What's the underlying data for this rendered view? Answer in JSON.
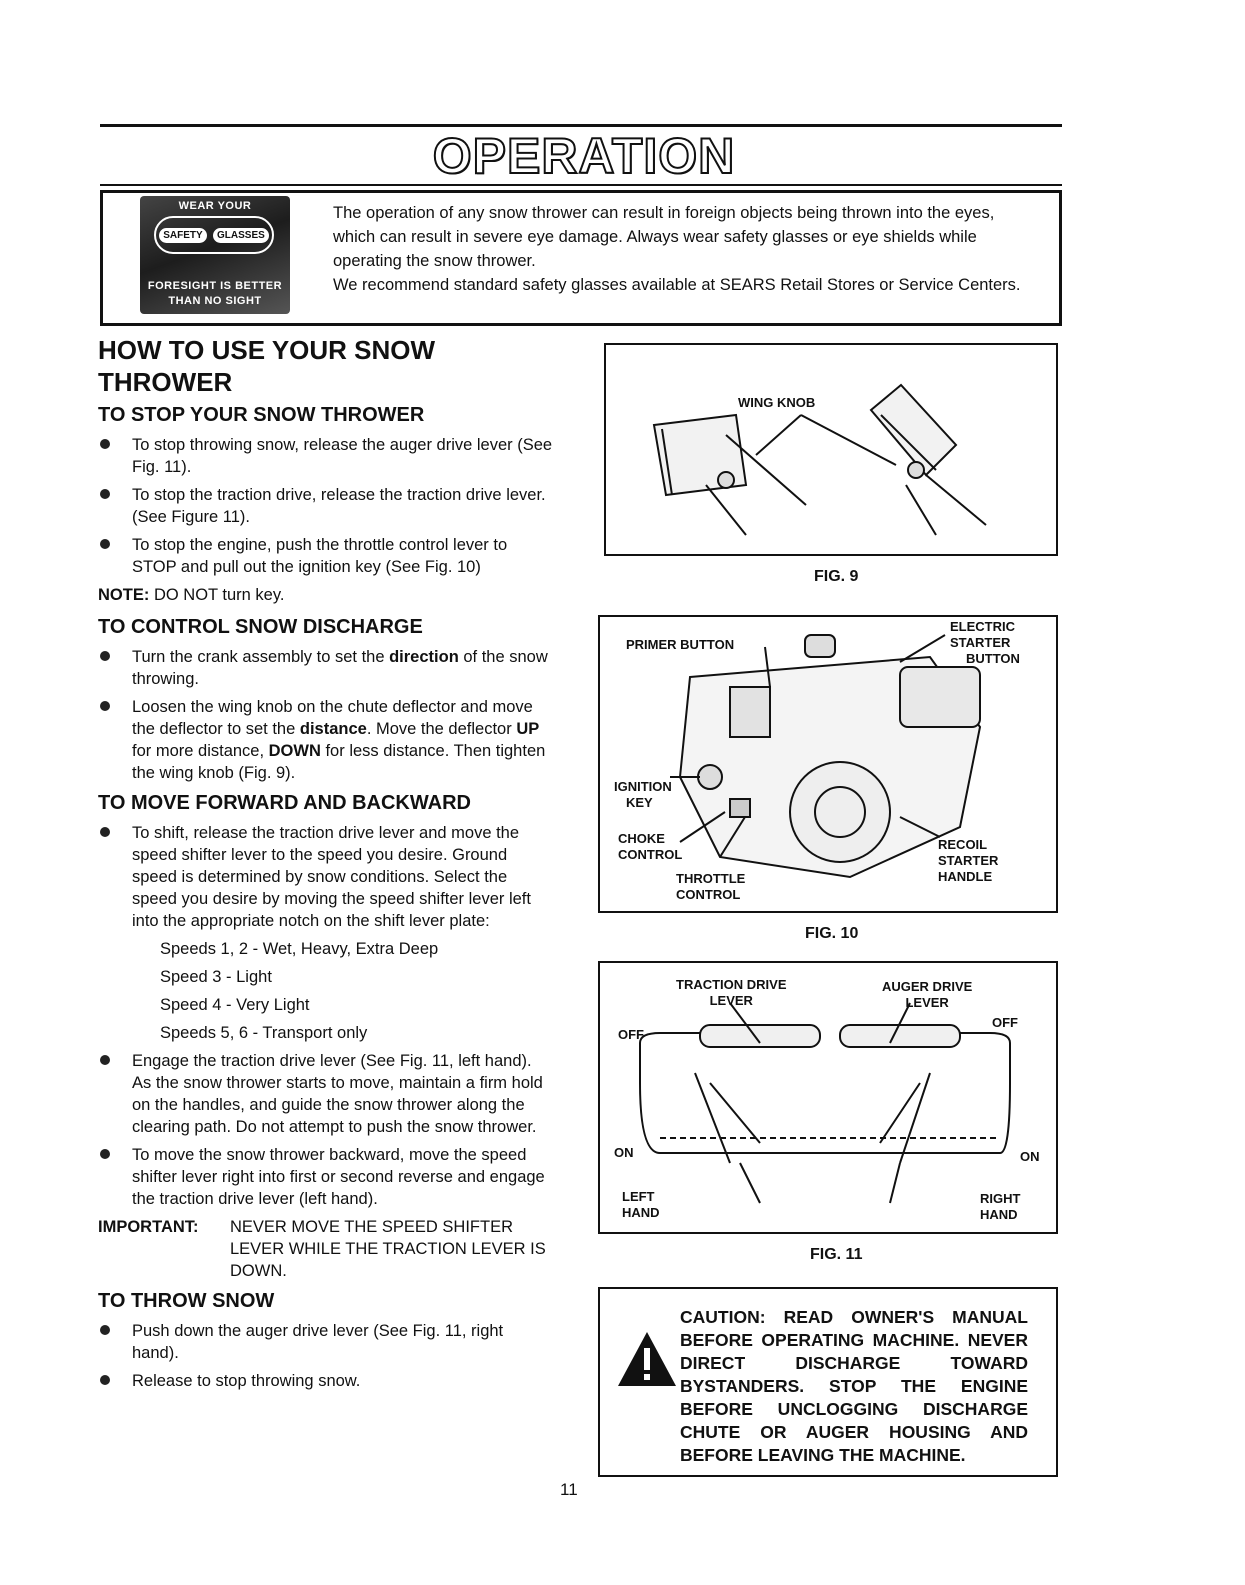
{
  "page": {
    "title": "OPERATION",
    "page_number": "11"
  },
  "safety_notice": {
    "badge_top": "WEAR YOUR",
    "badge_safety": "SAFETY",
    "badge_glasses": "GLASSES",
    "badge_bottom_1": "FORESIGHT IS BETTER",
    "badge_bottom_2": "THAN NO SIGHT",
    "paragraph_1": "The operation of any snow thrower can result in foreign objects being thrown into the eyes, which can result in severe eye damage. Always wear safety glasses or eye shields while operating the snow thrower.",
    "paragraph_2": "We recommend standard safety glasses available at SEARS Retail Stores or Service Centers."
  },
  "main": {
    "heading": "HOW TO USE YOUR SNOW THROWER",
    "stop": {
      "heading": "TO STOP YOUR SNOW THROWER",
      "items": [
        "To stop throwing snow, release the auger drive lever (See Fig. 11).",
        "To stop the traction drive, release the traction drive lever. (See Figure 11).",
        "To stop the engine, push the throttle control lever to STOP and pull out the ignition key (See Fig. 10)"
      ],
      "note_label": "NOTE:",
      "note_text": "DO NOT turn key."
    },
    "discharge": {
      "heading": "TO CONTROL SNOW DISCHARGE",
      "item1_pre": "Turn the crank assembly to set the ",
      "item1_bold": "direction",
      "item1_post": " of the snow throwing.",
      "item2_a": "Loosen the wing knob on the chute deflector and move the deflector to set the ",
      "item2_bold1": "distance",
      "item2_b": ". Move the deflector ",
      "item2_bold2": "UP",
      "item2_c": " for more distance, ",
      "item2_bold3": "DOWN",
      "item2_d": " for less distance. Then tighten the wing knob (Fig. 9)."
    },
    "move": {
      "heading": "TO MOVE FORWARD AND BACKWARD",
      "item1": "To shift, release the traction drive lever and move the speed shifter lever to the speed you desire. Ground speed is determined by snow conditions. Select the speed you desire by moving the speed shifter lever left into the appropriate notch on the shift lever plate:",
      "speeds": [
        "Speeds 1, 2 - Wet, Heavy, Extra Deep",
        "Speed 3 - Light",
        "Speed 4 - Very Light",
        "Speeds 5, 6 - Transport only"
      ],
      "item2": "Engage the traction drive lever (See Fig. 11, left hand). As the snow thrower starts to move, maintain a firm hold on the handles, and guide the snow thrower along the clearing path. Do not attempt to push the snow thrower.",
      "item3": "To move the snow thrower backward, move the speed shifter lever right into first or second reverse and engage the traction drive lever (left hand).",
      "important_label": "IMPORTANT:",
      "important_text": "NEVER MOVE THE SPEED SHIFTER LEVER WHILE THE TRACTION LEVER IS DOWN."
    },
    "throw": {
      "heading": "TO THROW SNOW",
      "items": [
        "Push down the auger drive lever (See Fig. 11, right hand).",
        "Release to stop throwing snow."
      ]
    }
  },
  "figures": {
    "fig9": {
      "caption": "FIG. 9",
      "label_wing_knob": "WING KNOB"
    },
    "fig10": {
      "caption": "FIG. 10",
      "primer": "PRIMER BUTTON",
      "electric_1": "ELECTRIC",
      "electric_2": "STARTER",
      "electric_3": "BUTTON",
      "ignition_1": "IGNITION",
      "ignition_2": "KEY",
      "choke_1": "CHOKE",
      "choke_2": "CONTROL",
      "throttle_1": "THROTTLE",
      "throttle_2": "CONTROL",
      "recoil_1": "RECOIL",
      "recoil_2": "STARTER",
      "recoil_3": "HANDLE"
    },
    "fig11": {
      "caption": "FIG. 11",
      "traction_1": "TRACTION DRIVE",
      "traction_2": "LEVER",
      "auger_1": "AUGER DRIVE",
      "auger_2": "LEVER",
      "off_left": "OFF",
      "off_right": "OFF",
      "on_left": "ON",
      "on_right": "ON",
      "left_1": "LEFT",
      "left_2": "HAND",
      "right_1": "RIGHT",
      "right_2": "HAND"
    }
  },
  "caution": {
    "text": "CAUTION: READ OWNER'S MANUAL BEFORE OPERATING MACHINE. NEVER DIRECT DISCHARGE TOWARD BYSTANDERS. STOP THE ENGINE BEFORE UNCLOGGING DISCHARGE CHUTE OR AUGER HOUSING AND BEFORE LEAVING THE MACHINE."
  }
}
